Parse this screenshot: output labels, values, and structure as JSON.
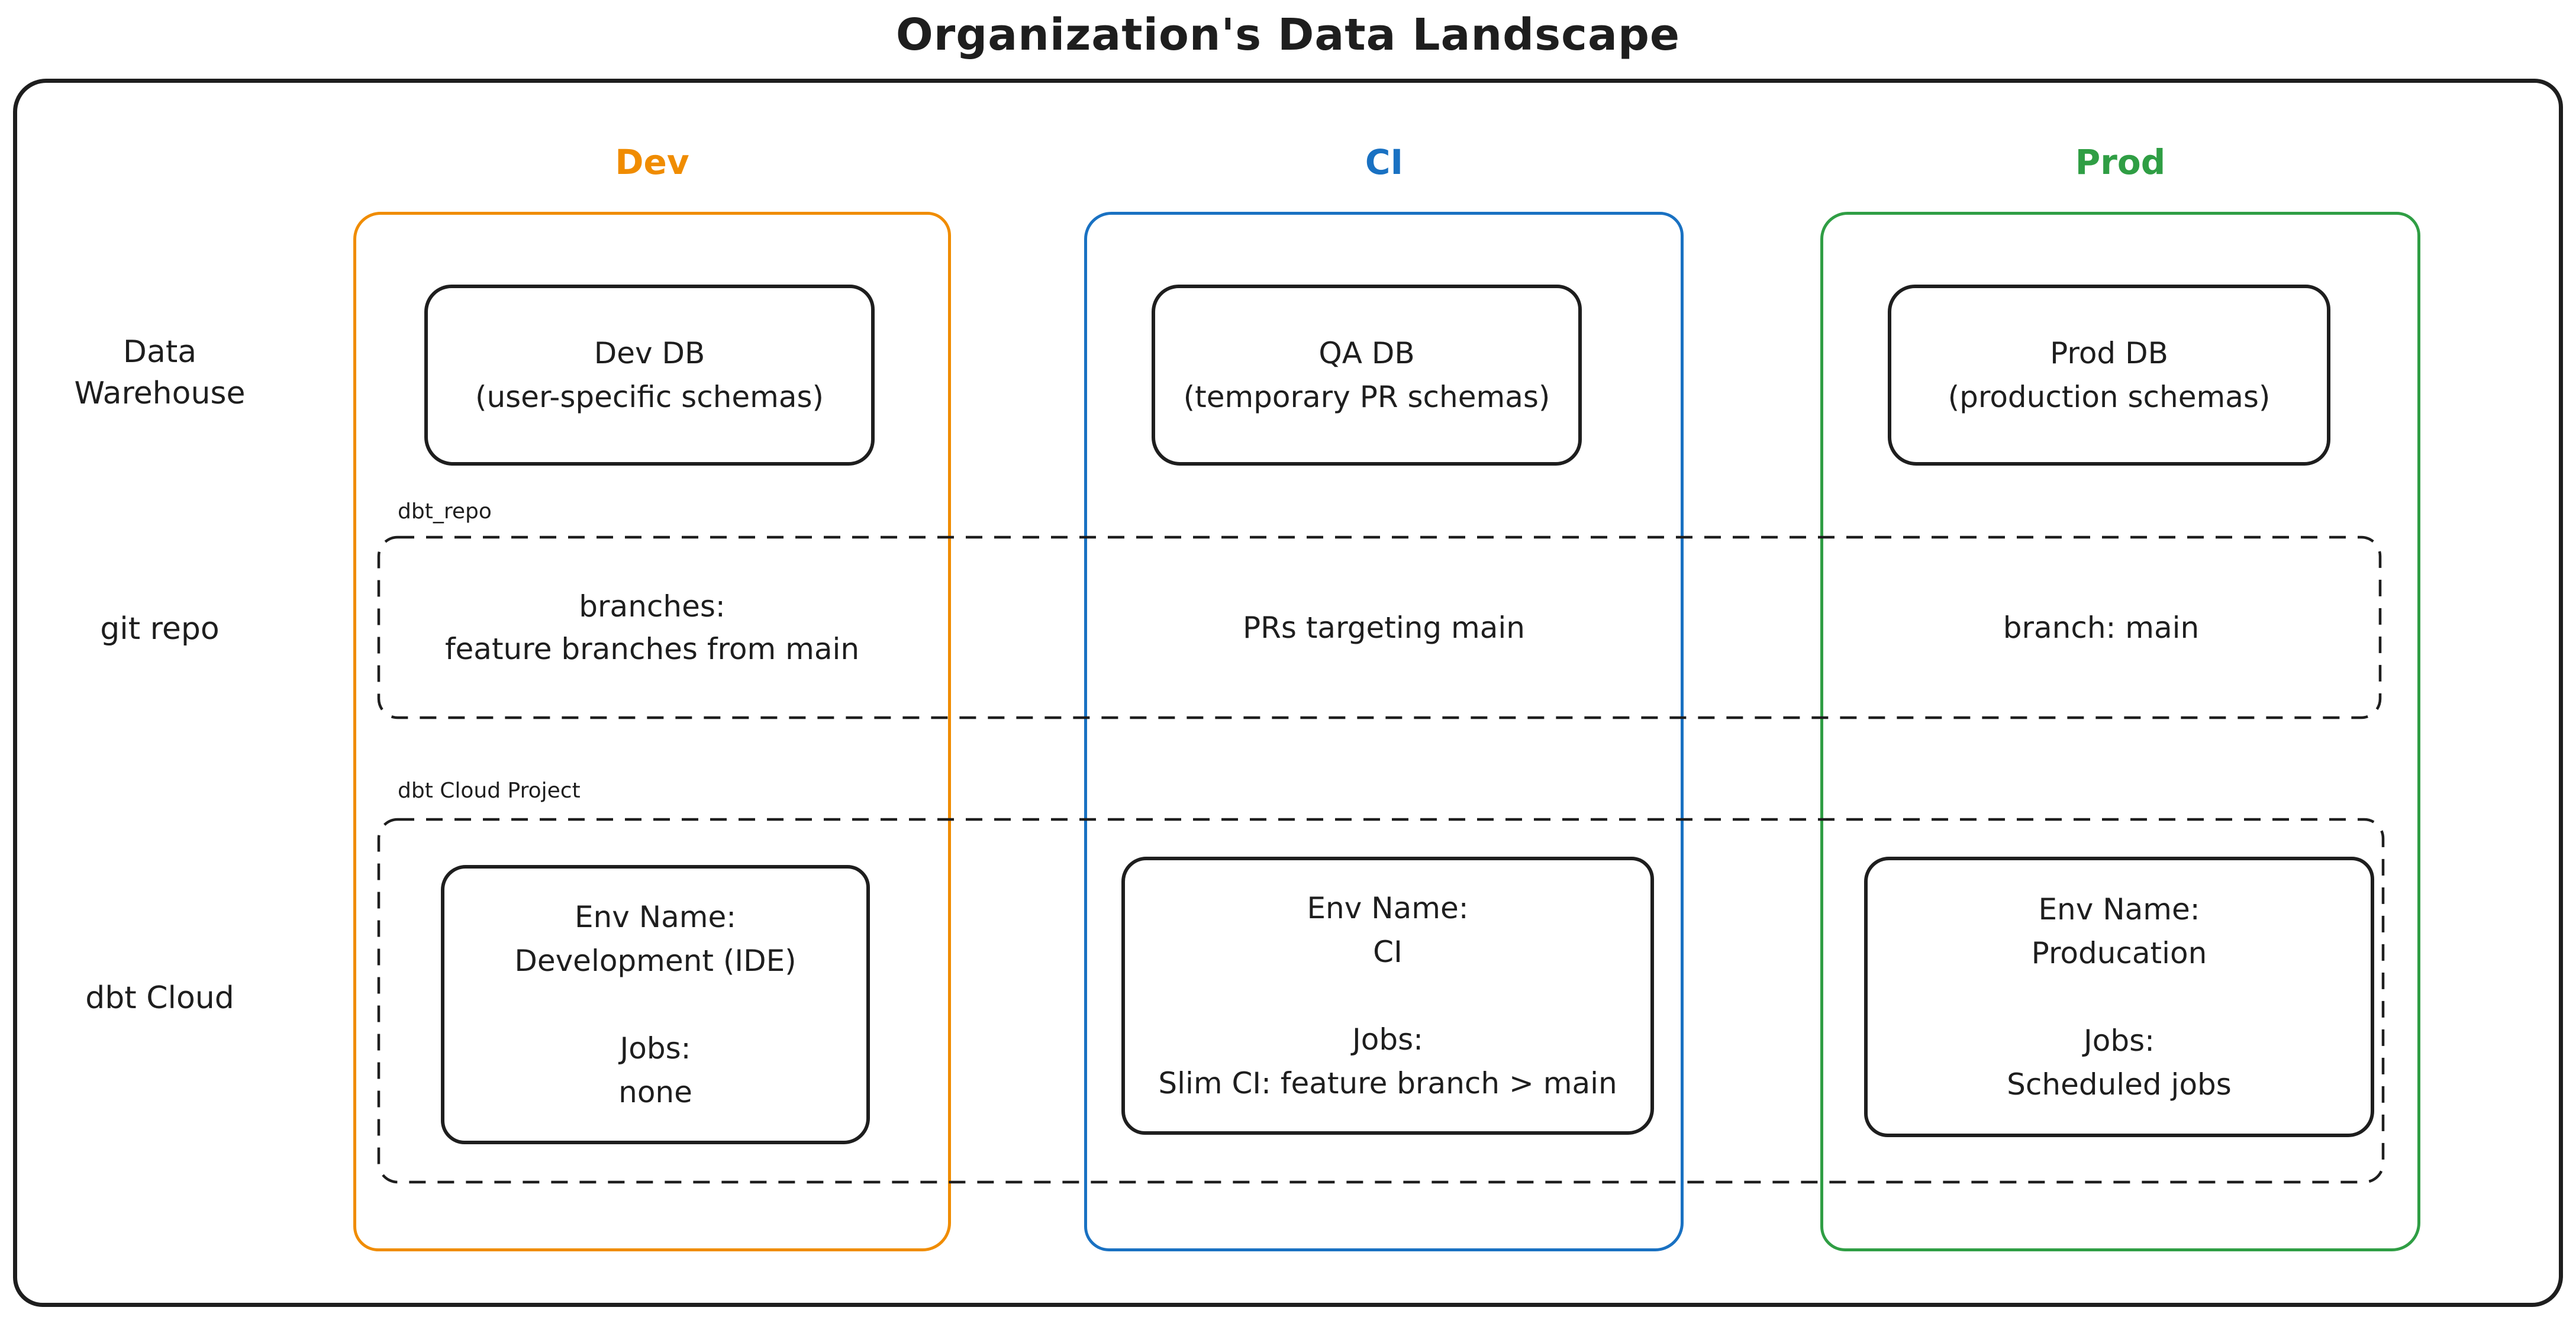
{
  "title": "Organization's Data Landscape",
  "colors": {
    "ink": "#1e1e1e",
    "dev": "#f08c00",
    "ci": "#1971c2",
    "prod": "#2f9e44"
  },
  "rows": [
    {
      "label_lines": [
        "Data",
        "Warehouse"
      ]
    },
    {
      "label_lines": [
        "git repo"
      ]
    },
    {
      "label_lines": [
        "dbt Cloud"
      ]
    }
  ],
  "regions": {
    "git_repo_label": "dbt_repo",
    "cloud_project_label": "dbt Cloud Project"
  },
  "columns": [
    {
      "label": "Dev",
      "db": {
        "lines": [
          "Dev DB",
          "(user-specific schemas)"
        ]
      },
      "git": {
        "lines": [
          "branches:",
          "feature branches from main"
        ]
      },
      "cloud": {
        "lines": [
          "Env Name:",
          "Development (IDE)",
          "",
          "Jobs:",
          "none"
        ]
      }
    },
    {
      "label": "CI",
      "db": {
        "lines": [
          "QA DB",
          "(temporary PR schemas)"
        ]
      },
      "git": {
        "lines": [
          "PRs targeting main"
        ]
      },
      "cloud": {
        "lines": [
          "Env Name:",
          "CI",
          "",
          "Jobs:",
          "Slim CI: feature branch > main"
        ]
      }
    },
    {
      "label": "Prod",
      "db": {
        "lines": [
          "Prod DB",
          "(production schemas)"
        ]
      },
      "git": {
        "lines": [
          "branch: main"
        ]
      },
      "cloud": {
        "lines": [
          "Env Name:",
          "Producation",
          "",
          "Jobs:",
          "Scheduled jobs"
        ]
      }
    }
  ]
}
